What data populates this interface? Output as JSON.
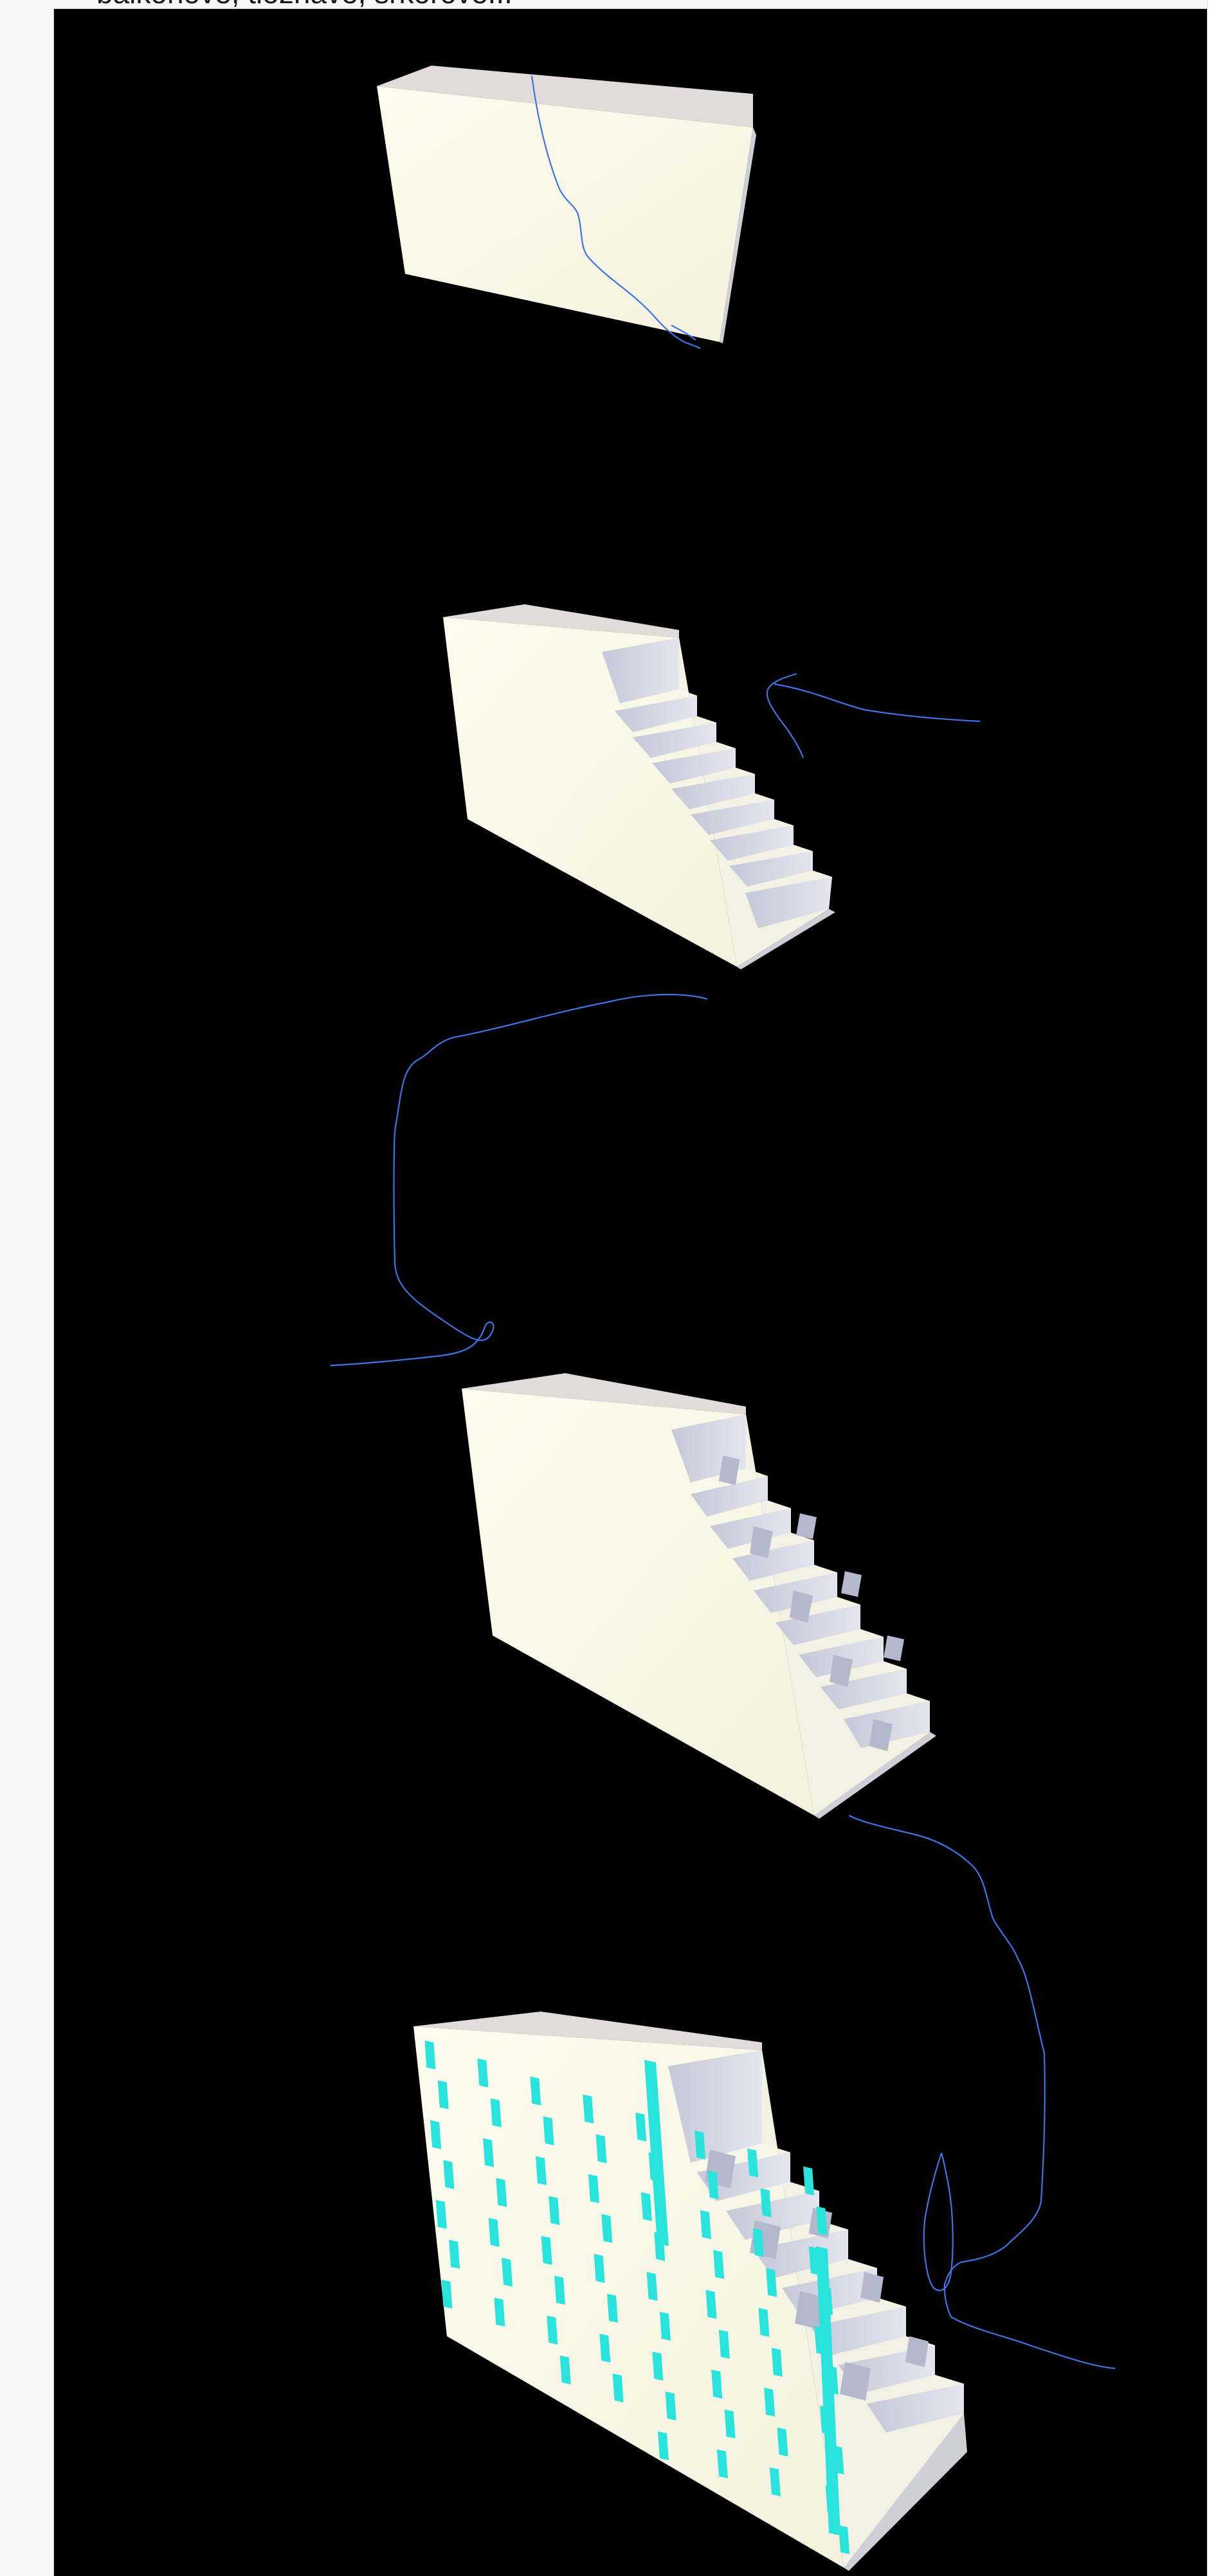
{
  "caption": "balkonove, tloznave, srkorove...",
  "colors": {
    "background": "#000000",
    "cream": "#fdfcec",
    "top": "#e0dad8",
    "shade": "#c8cbd8",
    "window": "#28e4dc",
    "stroke": "#3f74e4"
  },
  "steps": [
    {
      "id": "step-1",
      "form": "plain-block"
    },
    {
      "id": "step-2",
      "form": "stepped-block"
    },
    {
      "id": "step-3",
      "form": "stepped-block-with-balconies"
    },
    {
      "id": "step-4",
      "form": "stepped-block-with-windows"
    }
  ]
}
